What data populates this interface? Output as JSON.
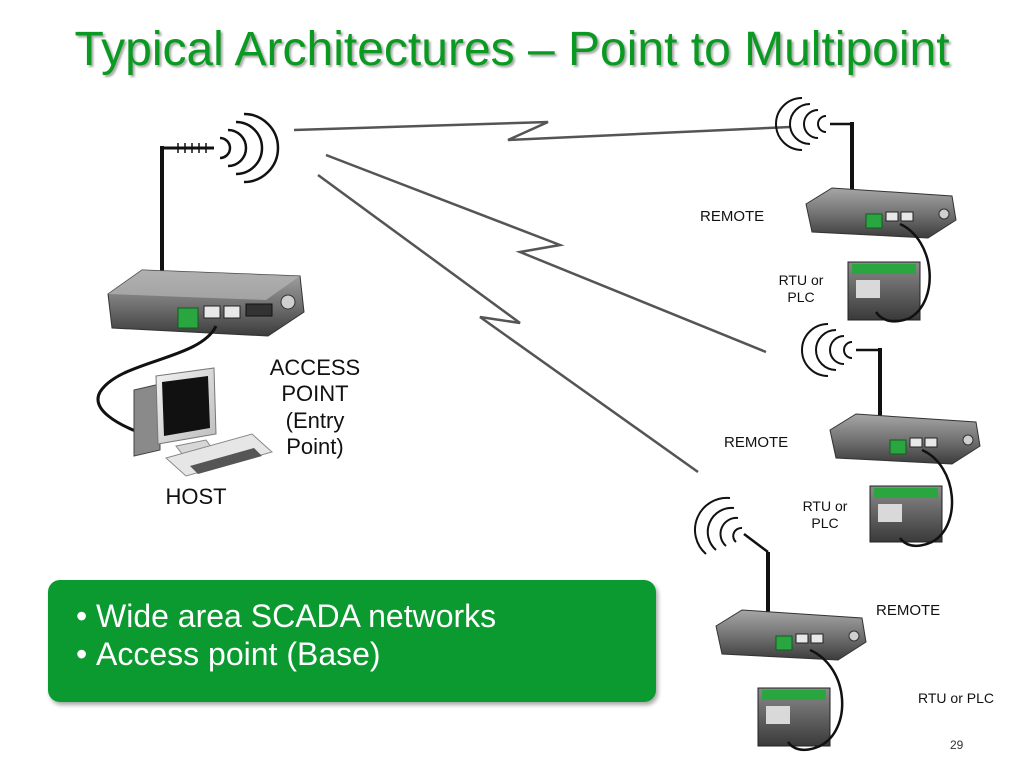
{
  "slide": {
    "title": "Typical Architectures – Point to Multipoint",
    "page_number": "29"
  },
  "labels": {
    "access_point": "ACCESS POINT (Entry Point)",
    "host": "HOST",
    "remote_1": "REMOTE",
    "remote_2": "REMOTE",
    "remote_3": "REMOTE",
    "rtu_1": "RTU or PLC",
    "rtu_2": "RTU or PLC",
    "rtu_3": "RTU or PLC"
  },
  "callout": {
    "bullets": [
      "Wide area SCADA networks",
      "Access point (Base)"
    ]
  },
  "colors": {
    "title_green": "#0a9a22",
    "callout_green": "#0a9a2f",
    "terminal_green": "#2aa640",
    "link_line": "#555555"
  }
}
